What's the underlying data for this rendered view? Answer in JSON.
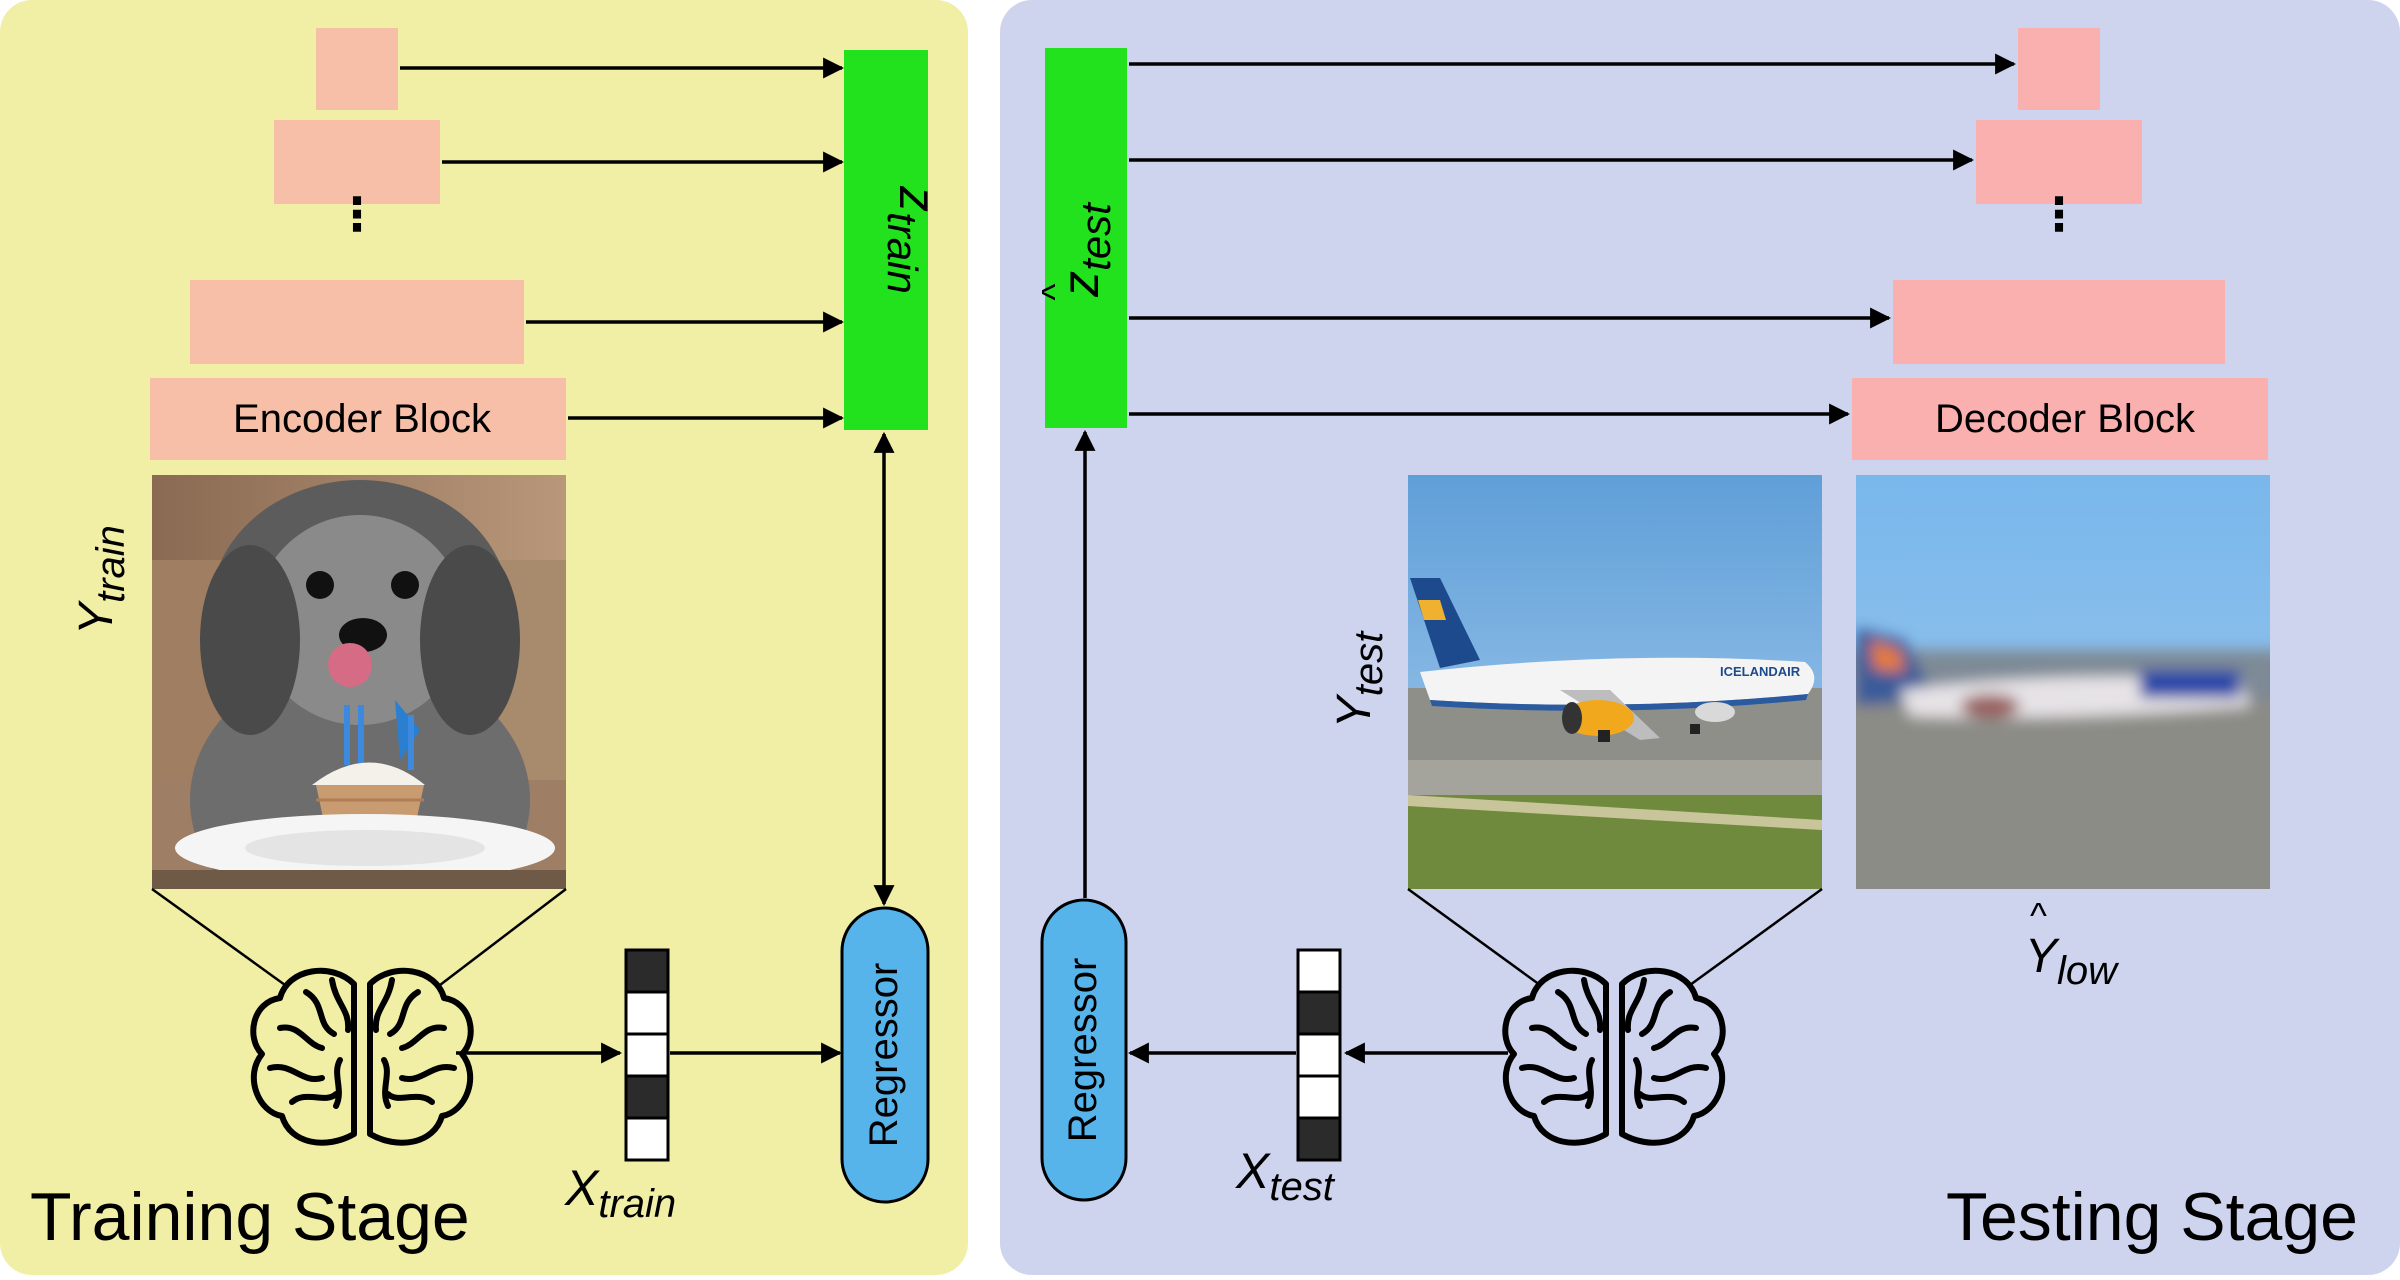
{
  "colors": {
    "training_bg": "#f1eea6",
    "testing_bg": "#cfd4ee",
    "encoder": "#f7bfa8",
    "decoder": "#fbb0b0",
    "latent": "#22e21e",
    "regressor": "#56b4ea",
    "arrow": "#000000"
  },
  "training": {
    "stage_label": "Training Stage",
    "encoder_label": "Encoder Block",
    "latent_label": {
      "base": "z",
      "sub": "train"
    },
    "image_label": {
      "base": "Y",
      "sub": "train"
    },
    "fmri_label": {
      "base": "X",
      "sub": "train"
    },
    "regressor_label": "Regressor",
    "image_icon": "dog-with-birthday-cupcake-photo",
    "brain_icon": "brain-icon",
    "fmri_cells": [
      1,
      0,
      0,
      1,
      0
    ]
  },
  "testing": {
    "stage_label": "Testing Stage",
    "decoder_label": "Decoder Block",
    "latent_label": {
      "base": "z",
      "sub": "test",
      "hat": "^"
    },
    "image_label": {
      "base": "Y",
      "sub": "test"
    },
    "recon_label": {
      "base": "Y",
      "sub": "low",
      "hat": "^"
    },
    "fmri_label": {
      "base": "X",
      "sub": "test"
    },
    "regressor_label": "Regressor",
    "image_icon": "icelandair-airplane-photo",
    "recon_icon": "blurry-airplane-reconstruction",
    "brain_icon": "brain-icon",
    "fmri_cells": [
      0,
      1,
      0,
      0,
      1
    ],
    "plane_text": "ICELANDAIR"
  }
}
